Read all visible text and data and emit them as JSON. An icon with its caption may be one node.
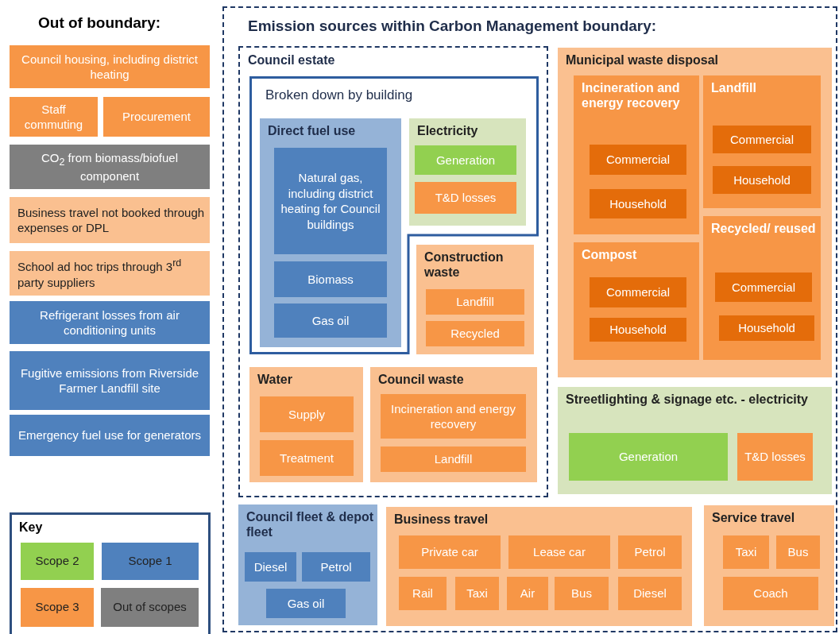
{
  "diagram": {
    "nodes": [
      {
        "text": [
          "Council housing, including district heating"
        ]
      },
      {
        "text": [
          "Staff commuting"
        ]
      },
      {
        "text": [
          "Procurement"
        ]
      },
      {
        "text": [
          "CO$_{2}$ from biomass/biofuel component"
        ]
      },
      {
        "text": [
          "Business travel not booked through expenses or DPL"
        ]
      },
      {
        "text": [
          "School ad hoc trips through 3$^{rd}$ party suppliers"
        ]
      },
      {
        "text": [
          "Refrigerant losses from air conditioning units"
        ]
      },
      {
        "text": [
          "Fugitive emissions from Riverside Farmer Landfill site"
        ]
      },
      {
        "text": [
          "Emergency fuel use for generators"
        ]
      },
      {
        "text": [
          "Emission sources within Carbon Management boundary:"
        ]
      },
      {
        "text": [
          "Council estate"
        ],
        "in": 9
      },
      {
        "text": [
          "Broken down by building"
        ],
        "in": 10
      },
      {
        "text": [
          "Direct fuel use"
        ],
        "in": 11
      },
      {
        "text": [
          "Natural gas, including district heating for Council buildings"
        ],
        "in": 12
      },
      {
        "text": [
          "Biomass"
        ],
        "in": 12
      },
      {
        "text": [
          "Gas oil"
        ],
        "in": 12
      },
      {
        "text": [
          "Electricity"
        ],
        "in": 11
      },
      {
        "text": [
          "Generation"
        ],
        "in": 16
      },
      {
        "text": [
          "T&D losses"
        ],
        "in": 16
      },
      {
        "text": [
          "Construction waste"
        ],
        "in": 10
      },
      {
        "text": [
          "Landfill"
        ],
        "in": 19
      },
      {
        "text": [
          "Recycled"
        ],
        "in": 19
      },
      {
        "text": [
          "Water"
        ],
        "in": 10
      },
      {
        "text": [
          "Supply"
        ],
        "in": 22
      },
      {
        "text": [
          "Treatment"
        ],
        "in": 22
      },
      {
        "text": [
          "Council waste"
        ],
        "in": 10
      },
      {
        "text": [
          "Incineration and energy recovery"
        ],
        "in": 25
      },
      {
        "text": [
          "Landfill"
        ],
        "in": 25
      },
      {
        "text": [
          "Municipal waste disposal"
        ],
        "in": 9
      },
      {
        "text": [
          "Incineration and energy recovery"
        ],
        "in": 28
      },
      {
        "text": [
          "Commercial"
        ],
        "in": 29
      },
      {
        "text": [
          "Household"
        ],
        "in": 29
      },
      {
        "text": [
          "Landfill"
        ],
        "in": 28
      },
      {
        "text": [
          "Commercial"
        ],
        "in": 32
      },
      {
        "text": [
          "Household"
        ],
        "in": 32
      },
      {
        "text": [
          "Compost"
        ],
        "in": 28
      },
      {
        "text": [
          "Commercial"
        ],
        "in": 35
      },
      {
        "text": [
          "Household"
        ],
        "in": 35
      },
      {
        "text": [
          "Recycled/ reused"
        ],
        "in": 28
      },
      {
        "text": [
          "Commercial"
        ],
        "in": 38
      },
      {
        "text": [
          "Household"
        ],
        "in": 38
      },
      {
        "text": [
          "Streetlighting & signage etc. - electricity"
        ],
        "in": 9
      },
      {
        "text": [
          "Generation"
        ],
        "in": 41
      },
      {
        "text": [
          "T&D losses"
        ],
        "in": 41
      },
      {
        "text": [
          "Council fleet & depot fleet"
        ],
        "in": 9
      },
      {
        "text": [
          "Diesel"
        ],
        "in": 44
      },
      {
        "text": [
          "Petrol"
        ],
        "in": 44
      },
      {
        "text": [
          "Gas oil"
        ],
        "in": 44
      },
      {
        "text": [
          "Business travel"
        ],
        "in": 9
      },
      {
        "text": [
          "Private car"
        ],
        "in": 48
      },
      {
        "text": [
          "Lease car"
        ],
        "in": 48
      },
      {
        "text": [
          "Petrol"
        ],
        "in": 48
      },
      {
        "text": [
          "Rail"
        ],
        "in": 48
      },
      {
        "text": [
          "Taxi"
        ],
        "in": 48
      },
      {
        "text": [
          "Air"
        ],
        "in": 48
      },
      {
        "text": [
          "Bus"
        ],
        "in": 48
      },
      {
        "text": [
          "Diesel"
        ],
        "in": 48
      },
      {
        "text": [
          "Service travel"
        ],
        "in": 9
      },
      {
        "text": [
          "Taxi"
        ],
        "in": 57
      },
      {
        "text": [
          "Bus"
        ],
        "in": 57
      },
      {
        "text": [
          "Coach"
        ],
        "in": 57
      }
    ],
    "labels": [
      "Out of boundary:",
      "Key"
    ],
    "legend": [
      {
        "text": "Scope 2",
        "color": "#92d050"
      },
      {
        "text": "Scope 1",
        "color": "#4f81bd"
      },
      {
        "text": "Scope 3",
        "color": "#f79646"
      },
      {
        "text": "Out of scopes",
        "color": "#7f7f7f"
      }
    ]
  }
}
